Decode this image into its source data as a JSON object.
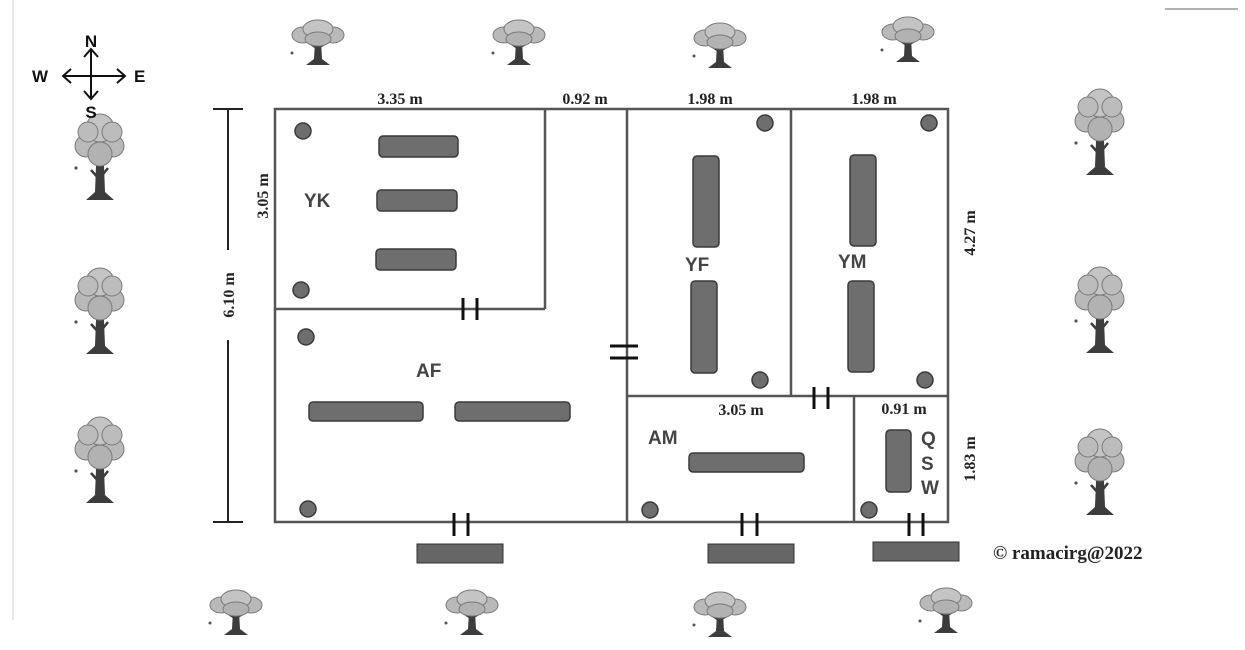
{
  "compass": {
    "north": "N",
    "south": "S",
    "east": "E",
    "west": "W"
  },
  "rooms": {
    "yk": "YK",
    "af": "AF",
    "yf": "YF",
    "ym": "YM",
    "am": "AM",
    "qsw": [
      "Q",
      "S",
      "W"
    ]
  },
  "dimensions": {
    "yk_width": "3.35 m",
    "passage_width": "0.92 m",
    "yf_width": "1.98 m",
    "ym_width": "1.98 m",
    "yk_height": "3.05 m",
    "total_height": "6.10 m",
    "east_upper_height": "4.27 m",
    "am_width": "3.05 m",
    "qsw_width": "0.91 m",
    "east_lower_height": "1.83 m"
  },
  "copyright": "© ramacirg@2022",
  "colors": {
    "wall": "#555555",
    "furniture": "#6e6e6e",
    "furniture_border": "#3a3a3a",
    "text": "#222222",
    "tree_canopy": "#b9b9b9",
    "tree_trunk": "#3c3c3c"
  }
}
